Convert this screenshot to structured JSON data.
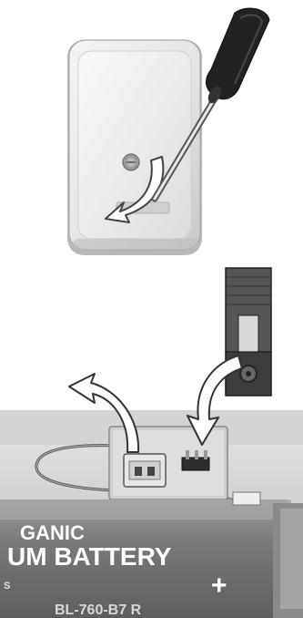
{
  "top_figure": {
    "step": "remove_cover_screw",
    "icons": [
      "screwdriver-icon",
      "curved-arrow-icon"
    ]
  },
  "bottom_figure": {
    "step": "move_jumper_and_connector",
    "battery": {
      "line1": "GANIC",
      "line2": "UM BATTERY",
      "line3": "+",
      "line4": "BL-760-B7 R",
      "line5": "S"
    },
    "colors": {
      "battery_body": "#777777",
      "battery_stripe": "#9a9a9a",
      "background": "#ffffff",
      "arrow": "#ffffff"
    }
  }
}
